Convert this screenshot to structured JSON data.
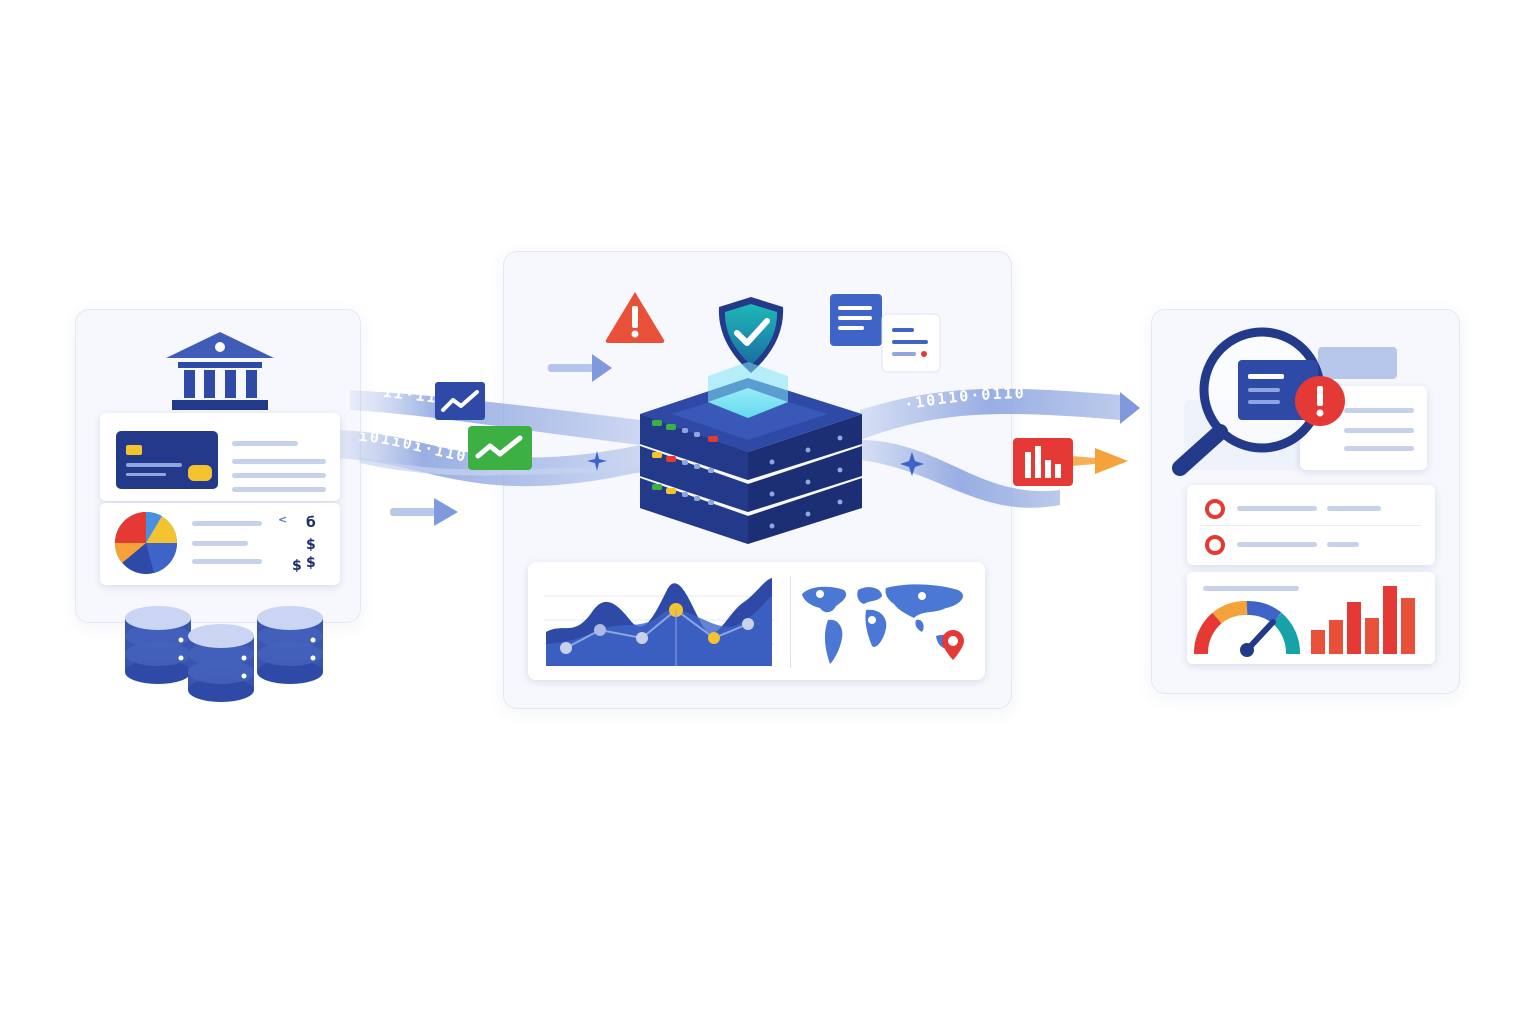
{
  "flows": {
    "in_top": "1ı·1101·",
    "in_bottom": "ı01ı0ı·1101",
    "out_top": "·10110·0110"
  },
  "finance": {
    "glyphs": [
      "б",
      "$",
      "$",
      "$"
    ]
  },
  "colors": {
    "navy": "#23398a",
    "blue": "#3f64c8",
    "green": "#3cb043",
    "red": "#e53935",
    "teal": "#17a2a8",
    "orange": "#f5a23a",
    "yellow": "#f4c430"
  },
  "icons": [
    "bank-icon",
    "credit-card-icon",
    "pie-chart-icon",
    "database-icon",
    "shield-check-icon",
    "server-icon",
    "warning-icon",
    "document-icon",
    "trend-icon",
    "bar-chart-icon",
    "world-map-icon",
    "location-pin-icon",
    "magnifier-icon",
    "alert-icon",
    "gauge-icon"
  ]
}
